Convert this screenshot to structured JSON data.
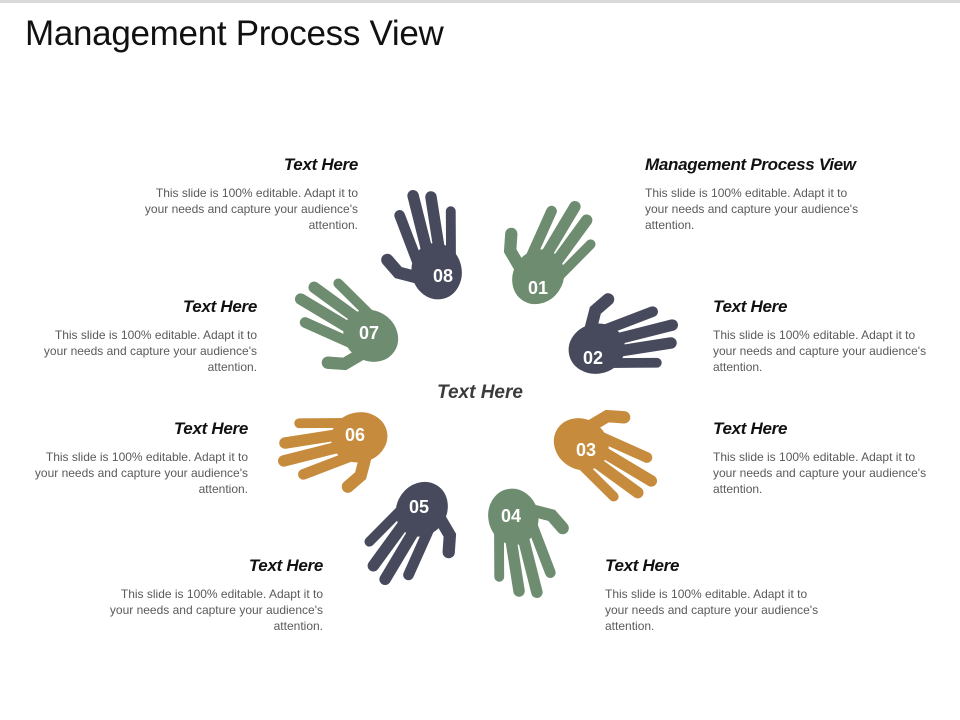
{
  "title": "Management Process View",
  "center_label": "Text Here",
  "colors": {
    "slate": "#464a5c",
    "green": "#6e8c6f",
    "ochre": "#c68b3c"
  },
  "hands": [
    {
      "num": "01",
      "color": "green"
    },
    {
      "num": "02",
      "color": "slate"
    },
    {
      "num": "03",
      "color": "ochre"
    },
    {
      "num": "04",
      "color": "green"
    },
    {
      "num": "05",
      "color": "slate"
    },
    {
      "num": "06",
      "color": "ochre"
    },
    {
      "num": "07",
      "color": "green"
    },
    {
      "num": "08",
      "color": "slate"
    }
  ],
  "blocks": [
    {
      "title": "Text Here",
      "body": "This slide is 100% editable. Adapt it to your needs and capture your audience's attention."
    },
    {
      "title": "Management Process View",
      "body": "This slide is 100% editable. Adapt it to your needs and capture your audience's attention."
    },
    {
      "title": "Text Here",
      "body": "This slide is 100% editable. Adapt it to your needs and capture your audience's attention."
    },
    {
      "title": "Text Here",
      "body": "This slide is 100% editable. Adapt it to your needs and capture your audience's attention."
    },
    {
      "title": "Text Here",
      "body": "This slide is 100% editable. Adapt it to your needs and capture your audience's attention."
    },
    {
      "title": "Text Here",
      "body": "This slide is 100% editable. Adapt it to your needs and capture your audience's attention."
    },
    {
      "title": "Text Here",
      "body": "This slide is 100% editable. Adapt it to your needs and capture your audience's attention."
    },
    {
      "title": "Text Here",
      "body": "This slide is 100% editable. Adapt it to your needs and capture your audience's attention."
    }
  ]
}
